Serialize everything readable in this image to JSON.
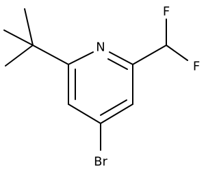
{
  "molecule": {
    "atoms": {
      "nitrogen": "N",
      "fluorine_top": "F",
      "fluorine_right": "F",
      "bromine": "Br"
    }
  }
}
